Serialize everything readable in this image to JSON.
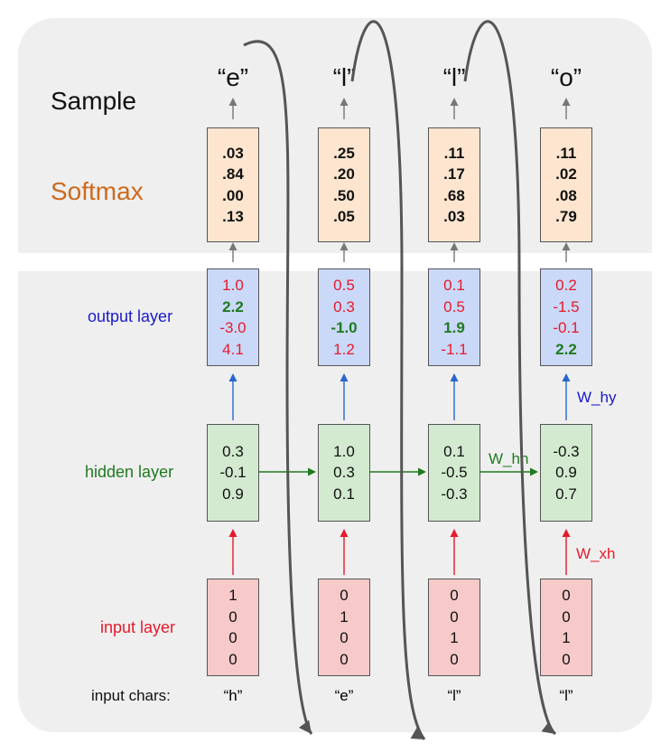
{
  "row_labels": {
    "sample": "Sample",
    "softmax": "Softmax",
    "output": "output layer",
    "hidden": "hidden layer",
    "input": "input layer",
    "input_chars": "input chars:"
  },
  "weights": {
    "hy": "W_hy",
    "hh": "W_hh",
    "xh": "W_xh"
  },
  "columns": [
    {
      "sample": "“e”",
      "softmax": [
        ".03",
        ".84",
        ".00",
        ".13"
      ],
      "output": [
        {
          "v": "1.0",
          "max": false
        },
        {
          "v": "2.2",
          "max": true
        },
        {
          "v": "-3.0",
          "max": false
        },
        {
          "v": "4.1",
          "max": false
        }
      ],
      "hidden": [
        "0.3",
        "-0.1",
        "0.9"
      ],
      "input": [
        "1",
        "0",
        "0",
        "0"
      ],
      "char": "“h”"
    },
    {
      "sample": "“l”",
      "softmax": [
        ".25",
        ".20",
        ".50",
        ".05"
      ],
      "output": [
        {
          "v": "0.5",
          "max": false
        },
        {
          "v": "0.3",
          "max": false
        },
        {
          "v": "-1.0",
          "max": true
        },
        {
          "v": "1.2",
          "max": false
        }
      ],
      "hidden": [
        "1.0",
        "0.3",
        "0.1"
      ],
      "input": [
        "0",
        "1",
        "0",
        "0"
      ],
      "char": "“e”"
    },
    {
      "sample": "“l”",
      "softmax": [
        ".11",
        ".17",
        ".68",
        ".03"
      ],
      "output": [
        {
          "v": "0.1",
          "max": false
        },
        {
          "v": "0.5",
          "max": false
        },
        {
          "v": "1.9",
          "max": true
        },
        {
          "v": "-1.1",
          "max": false
        }
      ],
      "hidden": [
        "0.1",
        "-0.5",
        "-0.3"
      ],
      "input": [
        "0",
        "0",
        "1",
        "0"
      ],
      "char": "“l”"
    },
    {
      "sample": "“o”",
      "softmax": [
        ".11",
        ".02",
        ".08",
        ".79"
      ],
      "output": [
        {
          "v": "0.2",
          "max": false
        },
        {
          "v": "-1.5",
          "max": false
        },
        {
          "v": "-0.1",
          "max": false
        },
        {
          "v": "2.2",
          "max": true
        }
      ],
      "hidden": [
        "-0.3",
        "0.9",
        "0.7"
      ],
      "input": [
        "0",
        "0",
        "1",
        "0"
      ],
      "char": "“l”"
    }
  ],
  "colors": {
    "panel": "#efefef",
    "softmax_fill": "#fde5cf",
    "output_fill": "#c9d9f7",
    "hidden_fill": "#d3ead0",
    "input_fill": "#f8c9c9",
    "sample_label": "#111111",
    "softmax_label": "#cc6a1e",
    "output_label": "#1a1acc",
    "hidden_label": "#1f7a1f",
    "input_label": "#e8192c",
    "arrow_gray": "#777777",
    "arrow_blue": "#2a66cc",
    "arrow_green": "#1f7a1f",
    "arrow_red": "#e8192c",
    "feedback_arrow": "#555555"
  },
  "icons": {
    "feedback": "curved-feedback-arrow-icon"
  }
}
